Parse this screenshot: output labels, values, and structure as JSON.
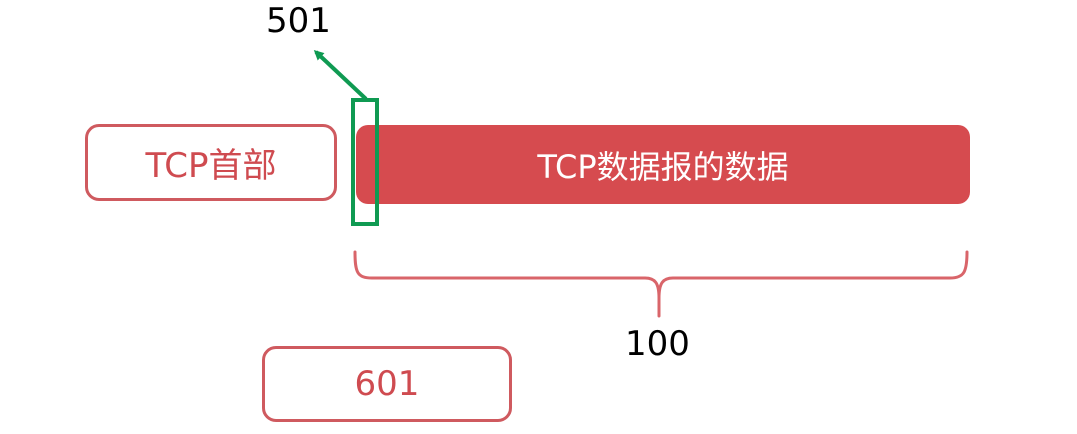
{
  "header_label": "TCP首部",
  "data_label": "TCP数据报的数据",
  "start_seq": "501",
  "length_label": "100",
  "next_seq": "601",
  "colors": {
    "red_fill": "#d64b4f",
    "red_outline": "#cf5a5f",
    "green_marker": "#0f9a52",
    "brace": "#d9656a"
  }
}
